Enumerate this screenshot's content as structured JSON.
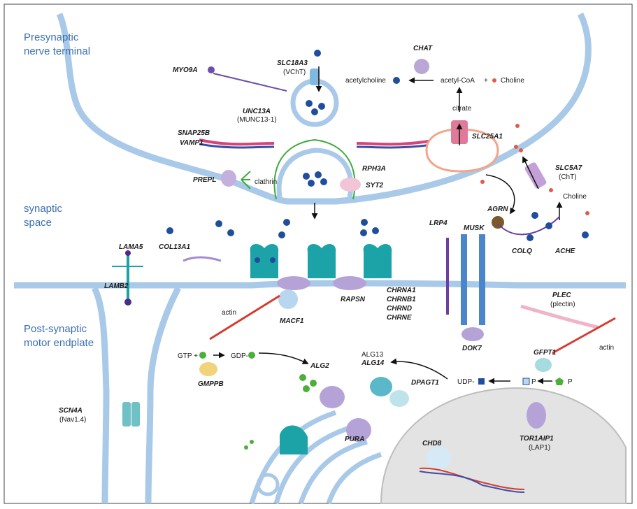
{
  "regions": {
    "presynaptic": [
      "Presynaptic",
      "nerve terminal"
    ],
    "synaptic": [
      "synaptic",
      "space"
    ],
    "postsynaptic": [
      "Post-synaptic",
      "motor endplate"
    ]
  },
  "genes": {
    "myo9a": "MYO9A",
    "slc18a3": "SLC18A3",
    "chat": "CHAT",
    "unc13a": "UNC13A",
    "snap25b": "SNAP25B",
    "vamp1": "VAMP1",
    "slc25a1": "SLC25A1",
    "prepl": "PREPL",
    "rph3a": "RPH3A",
    "syt2": "SYT2",
    "slc5a7": "SLC5A7",
    "agrn": "AGRN",
    "lrp4": "LRP4",
    "musk": "MUSK",
    "lama5": "LAMA5",
    "col13a1": "COL13A1",
    "lamb2": "LAMB2",
    "colq": "COLQ",
    "ache": "ACHE",
    "rapsn": "RAPSN",
    "chrna1": "CHRNA1",
    "chrnb1": "CHRNB1",
    "chrnd": "CHRND",
    "chrne": "CHRNE",
    "macf1": "MACF1",
    "plec": "PLEC",
    "dok7": "DOK7",
    "alg2": "ALG2",
    "alg14": "ALG14",
    "gfpt1": "GFPT1",
    "gmppb": "GMPPB",
    "dpagt1": "DPAGT1",
    "scn4a": "SCN4A",
    "pura": "PURA",
    "chd8": "CHD8",
    "tor1aip1": "TOR1AIP1"
  },
  "labels": {
    "vcht": "(VChT)",
    "acetylcholine": "acetylcholine",
    "acetyl_coa": "acetyl-CoA",
    "plus": "+",
    "choline_top": "Choline",
    "munc13": "(MUNC13-1)",
    "citrate": "citrate",
    "clathrin": "clathrin",
    "cht": "(ChT)",
    "choline_mid": "Choline",
    "actin_left": "actin",
    "plectin": "(plectin)",
    "actin_right": "actin",
    "gtp": "GTP +",
    "gdp": "GDP-",
    "alg13": "ALG13",
    "udp": "UDP-",
    "p_mid": "P",
    "p_right": "P",
    "nav": "(Nav1.4)",
    "lap1": "(LAP1)"
  },
  "colors": {
    "membrane": "#a9c9e8",
    "region_text": "#3e6fb3",
    "ach_dot": "#1f4e9c",
    "choline_dot": "#e25a4a",
    "receptor": "#1ba3a8",
    "actin": "#d63b30",
    "nucleus": "#e3e3e3"
  }
}
